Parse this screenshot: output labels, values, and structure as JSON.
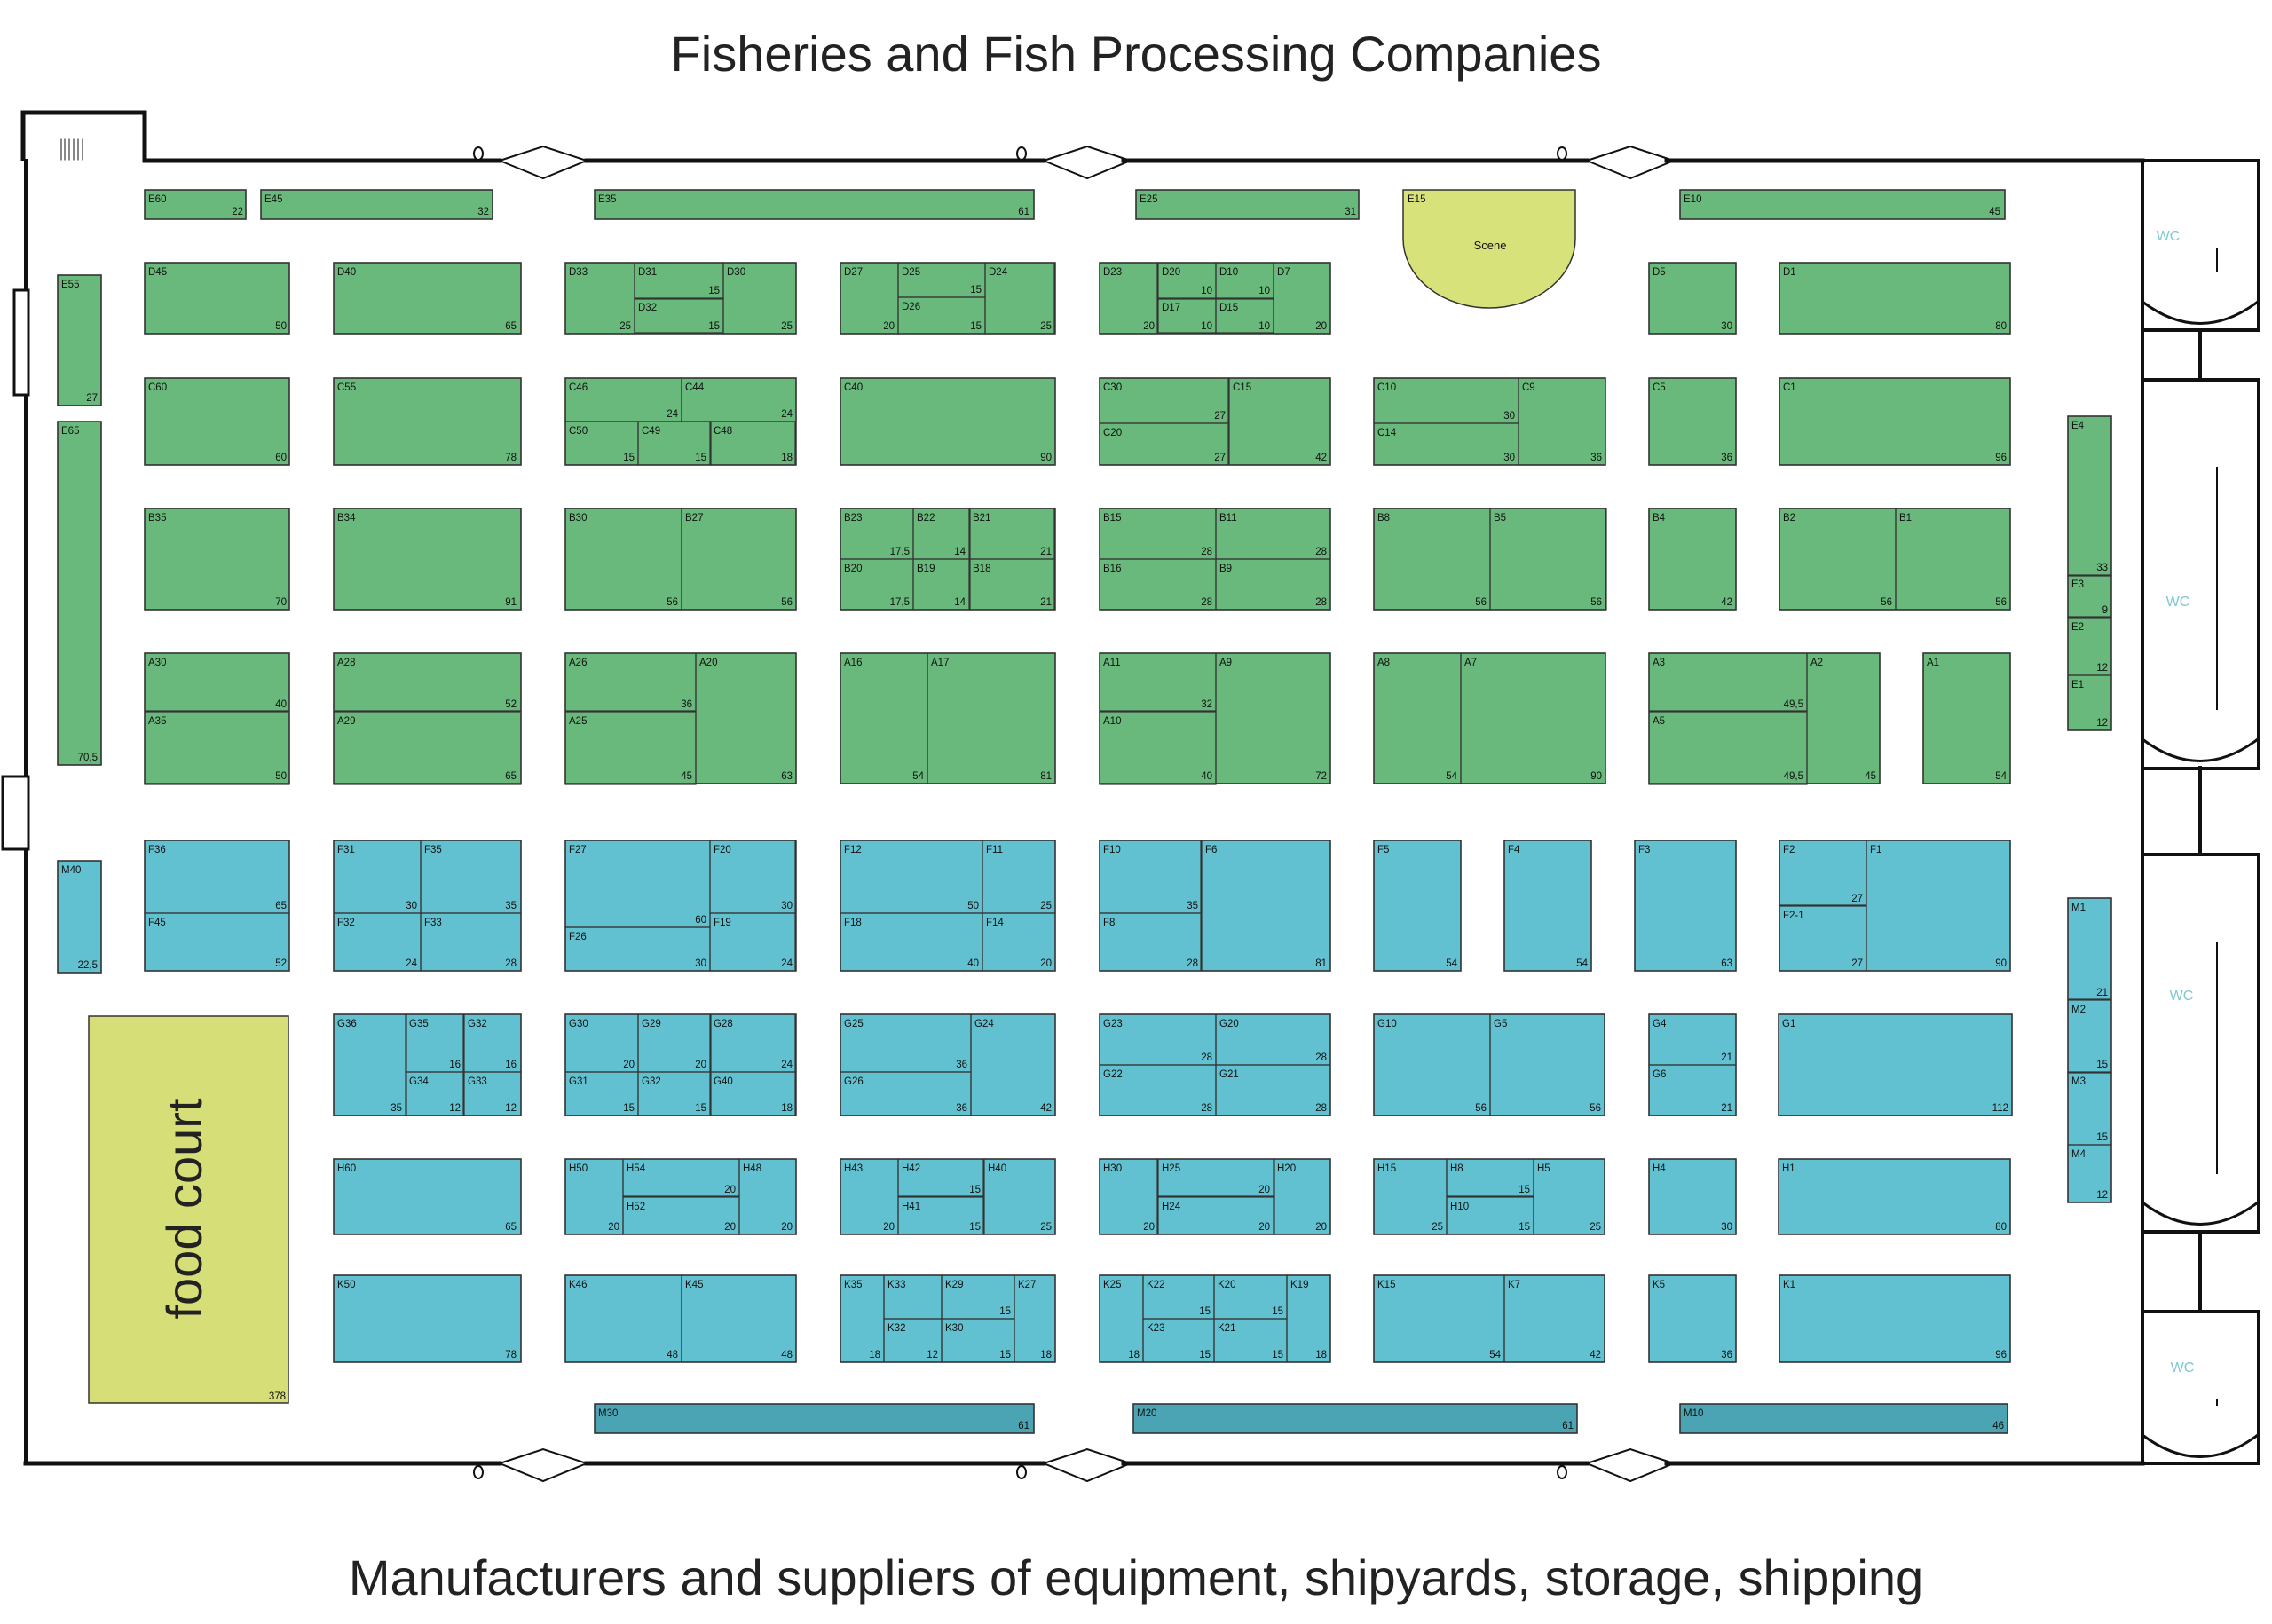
{
  "titles": {
    "top": "Fisheries and Fish Processing Companies",
    "bottom": "Manufacturers and suppliers of equipment, shipyards, storage, shipping"
  },
  "colors": {
    "fisheries_zone": "#68b97b",
    "equipment_zone": "#62c1d0",
    "m_row_dark": "#4ba4b4",
    "food_court": "#d6de78",
    "scene": "#d8e27a",
    "wc_text": "#7fc7d3",
    "wall": "#111111"
  },
  "labels": {
    "food_court": "food court",
    "food_court_size": "378",
    "scene": "Scene",
    "wc": "WC"
  },
  "stands": [
    {
      "id": "E60",
      "size": "22",
      "zone": "g"
    },
    {
      "id": "E45",
      "size": "32",
      "zone": "g"
    },
    {
      "id": "E35",
      "size": "61",
      "zone": "g"
    },
    {
      "id": "E25",
      "size": "31",
      "zone": "g"
    },
    {
      "id": "E15",
      "size": "",
      "zone": "y"
    },
    {
      "id": "E10",
      "size": "45",
      "zone": "g"
    },
    {
      "id": "E55",
      "size": "27",
      "zone": "g"
    },
    {
      "id": "E65",
      "size": "70,5",
      "zone": "g"
    },
    {
      "id": "D45",
      "size": "50",
      "zone": "g"
    },
    {
      "id": "D40",
      "size": "65",
      "zone": "g"
    },
    {
      "id": "D33",
      "size": "25",
      "zone": "g"
    },
    {
      "id": "D31",
      "size": "15",
      "zone": "g"
    },
    {
      "id": "D32",
      "size": "15",
      "zone": "g"
    },
    {
      "id": "D30",
      "size": "25",
      "zone": "g"
    },
    {
      "id": "D27",
      "size": "20",
      "zone": "g"
    },
    {
      "id": "D25",
      "size": "15",
      "zone": "g"
    },
    {
      "id": "D26",
      "size": "15",
      "zone": "g"
    },
    {
      "id": "D24",
      "size": "25",
      "zone": "g"
    },
    {
      "id": "D23",
      "size": "20",
      "zone": "g"
    },
    {
      "id": "D20",
      "size": "10",
      "zone": "g"
    },
    {
      "id": "D17",
      "size": "10",
      "zone": "g"
    },
    {
      "id": "D10",
      "size": "10",
      "zone": "g"
    },
    {
      "id": "D15",
      "size": "10",
      "zone": "g"
    },
    {
      "id": "D7",
      "size": "20",
      "zone": "g"
    },
    {
      "id": "D5",
      "size": "30",
      "zone": "g"
    },
    {
      "id": "D1",
      "size": "80",
      "zone": "g"
    },
    {
      "id": "C60",
      "size": "60",
      "zone": "g"
    },
    {
      "id": "C55",
      "size": "78",
      "zone": "g"
    },
    {
      "id": "C46",
      "size": "24",
      "zone": "g"
    },
    {
      "id": "C44",
      "size": "24",
      "zone": "g"
    },
    {
      "id": "C50",
      "size": "15",
      "zone": "g"
    },
    {
      "id": "C49",
      "size": "15",
      "zone": "g"
    },
    {
      "id": "C48",
      "size": "18",
      "zone": "g"
    },
    {
      "id": "C40",
      "size": "90",
      "zone": "g"
    },
    {
      "id": "C30",
      "size": "27",
      "zone": "g"
    },
    {
      "id": "C20",
      "size": "27",
      "zone": "g"
    },
    {
      "id": "C15",
      "size": "42",
      "zone": "g"
    },
    {
      "id": "C10",
      "size": "30",
      "zone": "g"
    },
    {
      "id": "C14",
      "size": "30",
      "zone": "g"
    },
    {
      "id": "C9",
      "size": "36",
      "zone": "g"
    },
    {
      "id": "C5",
      "size": "36",
      "zone": "g"
    },
    {
      "id": "C1",
      "size": "96",
      "zone": "g"
    },
    {
      "id": "B35",
      "size": "70",
      "zone": "g"
    },
    {
      "id": "B34",
      "size": "91",
      "zone": "g"
    },
    {
      "id": "B30",
      "size": "56",
      "zone": "g"
    },
    {
      "id": "B27",
      "size": "56",
      "zone": "g"
    },
    {
      "id": "B23",
      "size": "17,5",
      "zone": "g"
    },
    {
      "id": "B22",
      "size": "14",
      "zone": "g"
    },
    {
      "id": "B21",
      "size": "21",
      "zone": "g"
    },
    {
      "id": "B20",
      "size": "17,5",
      "zone": "g"
    },
    {
      "id": "B19",
      "size": "14",
      "zone": "g"
    },
    {
      "id": "B18",
      "size": "21",
      "zone": "g"
    },
    {
      "id": "B15",
      "size": "28",
      "zone": "g"
    },
    {
      "id": "B11",
      "size": "28",
      "zone": "g"
    },
    {
      "id": "B16",
      "size": "28",
      "zone": "g"
    },
    {
      "id": "B9",
      "size": "28",
      "zone": "g"
    },
    {
      "id": "B8",
      "size": "56",
      "zone": "g"
    },
    {
      "id": "B5",
      "size": "56",
      "zone": "g"
    },
    {
      "id": "B4",
      "size": "42",
      "zone": "g"
    },
    {
      "id": "B2",
      "size": "56",
      "zone": "g"
    },
    {
      "id": "B1",
      "size": "56",
      "zone": "g"
    },
    {
      "id": "A30",
      "size": "40",
      "zone": "g"
    },
    {
      "id": "A35",
      "size": "50",
      "zone": "g"
    },
    {
      "id": "A28",
      "size": "52",
      "zone": "g"
    },
    {
      "id": "A29",
      "size": "65",
      "zone": "g"
    },
    {
      "id": "A26",
      "size": "36",
      "zone": "g"
    },
    {
      "id": "A25",
      "size": "45",
      "zone": "g"
    },
    {
      "id": "A20",
      "size": "63",
      "zone": "g"
    },
    {
      "id": "A16",
      "size": "54",
      "zone": "g"
    },
    {
      "id": "A17",
      "size": "81",
      "zone": "g"
    },
    {
      "id": "A11",
      "size": "32",
      "zone": "g"
    },
    {
      "id": "A10",
      "size": "40",
      "zone": "g"
    },
    {
      "id": "A9",
      "size": "72",
      "zone": "g"
    },
    {
      "id": "A8",
      "size": "54",
      "zone": "g"
    },
    {
      "id": "A7",
      "size": "90",
      "zone": "g"
    },
    {
      "id": "A3",
      "size": "49,5",
      "zone": "g"
    },
    {
      "id": "A5",
      "size": "49,5",
      "zone": "g"
    },
    {
      "id": "A2",
      "size": "45",
      "zone": "g"
    },
    {
      "id": "A1",
      "size": "54",
      "zone": "g"
    },
    {
      "id": "E4",
      "size": "33",
      "zone": "g"
    },
    {
      "id": "E3",
      "size": "9",
      "zone": "g"
    },
    {
      "id": "E2",
      "size": "12",
      "zone": "g"
    },
    {
      "id": "E1",
      "size": "12",
      "zone": "g"
    },
    {
      "id": "M40",
      "size": "22,5",
      "zone": "b"
    },
    {
      "id": "F36",
      "size": "65",
      "zone": "b"
    },
    {
      "id": "F45",
      "size": "52",
      "zone": "b"
    },
    {
      "id": "F31",
      "size": "30",
      "zone": "b"
    },
    {
      "id": "F35",
      "size": "35",
      "zone": "b"
    },
    {
      "id": "F32",
      "size": "24",
      "zone": "b"
    },
    {
      "id": "F33",
      "size": "28",
      "zone": "b"
    },
    {
      "id": "F27",
      "size": "60",
      "zone": "b"
    },
    {
      "id": "F26",
      "size": "30",
      "zone": "b"
    },
    {
      "id": "F20",
      "size": "30",
      "zone": "b"
    },
    {
      "id": "F19",
      "size": "24",
      "zone": "b"
    },
    {
      "id": "F12",
      "size": "50",
      "zone": "b"
    },
    {
      "id": "F18",
      "size": "40",
      "zone": "b"
    },
    {
      "id": "F11",
      "size": "25",
      "zone": "b"
    },
    {
      "id": "F14",
      "size": "20",
      "zone": "b"
    },
    {
      "id": "F10",
      "size": "35",
      "zone": "b"
    },
    {
      "id": "F8",
      "size": "28",
      "zone": "b"
    },
    {
      "id": "F6",
      "size": "81",
      "zone": "b"
    },
    {
      "id": "F5",
      "size": "54",
      "zone": "b"
    },
    {
      "id": "F4",
      "size": "54",
      "zone": "b"
    },
    {
      "id": "F3",
      "size": "63",
      "zone": "b"
    },
    {
      "id": "F2",
      "size": "27",
      "zone": "b"
    },
    {
      "id": "F2-1",
      "size": "27",
      "zone": "b"
    },
    {
      "id": "F1",
      "size": "90",
      "zone": "b"
    },
    {
      "id": "M1",
      "size": "21",
      "zone": "b"
    },
    {
      "id": "M2",
      "size": "15",
      "zone": "b"
    },
    {
      "id": "M3",
      "size": "15",
      "zone": "b"
    },
    {
      "id": "M4",
      "size": "12",
      "zone": "b"
    },
    {
      "id": "G36",
      "size": "35",
      "zone": "b"
    },
    {
      "id": "G35",
      "size": "16",
      "zone": "b"
    },
    {
      "id": "G34",
      "size": "12",
      "zone": "b"
    },
    {
      "id": "G32",
      "size": "16",
      "zone": "b"
    },
    {
      "id": "G33",
      "size": "12",
      "zone": "b"
    },
    {
      "id": "G30",
      "size": "20",
      "zone": "b"
    },
    {
      "id": "G29",
      "size": "20",
      "zone": "b"
    },
    {
      "id": "G28",
      "size": "24",
      "zone": "b"
    },
    {
      "id": "G31",
      "size": "15",
      "zone": "b"
    },
    {
      "id": "G32",
      "size": "15",
      "zone": "b"
    },
    {
      "id": "G40",
      "size": "18",
      "zone": "b"
    },
    {
      "id": "G25",
      "size": "36",
      "zone": "b"
    },
    {
      "id": "G26",
      "size": "36",
      "zone": "b"
    },
    {
      "id": "G24",
      "size": "42",
      "zone": "b"
    },
    {
      "id": "G23",
      "size": "28",
      "zone": "b"
    },
    {
      "id": "G20",
      "size": "28",
      "zone": "b"
    },
    {
      "id": "G22",
      "size": "28",
      "zone": "b"
    },
    {
      "id": "G21",
      "size": "28",
      "zone": "b"
    },
    {
      "id": "G10",
      "size": "56",
      "zone": "b"
    },
    {
      "id": "G5",
      "size": "56",
      "zone": "b"
    },
    {
      "id": "G4",
      "size": "21",
      "zone": "b"
    },
    {
      "id": "G6",
      "size": "21",
      "zone": "b"
    },
    {
      "id": "G1",
      "size": "112",
      "zone": "b"
    },
    {
      "id": "H60",
      "size": "65",
      "zone": "b"
    },
    {
      "id": "H50",
      "size": "20",
      "zone": "b"
    },
    {
      "id": "H54",
      "size": "20",
      "zone": "b"
    },
    {
      "id": "H52",
      "size": "20",
      "zone": "b"
    },
    {
      "id": "H48",
      "size": "20",
      "zone": "b"
    },
    {
      "id": "H43",
      "size": "20",
      "zone": "b"
    },
    {
      "id": "H42",
      "size": "15",
      "zone": "b"
    },
    {
      "id": "H41",
      "size": "15",
      "zone": "b"
    },
    {
      "id": "H40",
      "size": "25",
      "zone": "b"
    },
    {
      "id": "H30",
      "size": "20",
      "zone": "b"
    },
    {
      "id": "H25",
      "size": "20",
      "zone": "b"
    },
    {
      "id": "H24",
      "size": "20",
      "zone": "b"
    },
    {
      "id": "H20",
      "size": "20",
      "zone": "b"
    },
    {
      "id": "H15",
      "size": "25",
      "zone": "b"
    },
    {
      "id": "H8",
      "size": "15",
      "zone": "b"
    },
    {
      "id": "H10",
      "size": "15",
      "zone": "b"
    },
    {
      "id": "H5",
      "size": "25",
      "zone": "b"
    },
    {
      "id": "H4",
      "size": "30",
      "zone": "b"
    },
    {
      "id": "H1",
      "size": "80",
      "zone": "b"
    },
    {
      "id": "K50",
      "size": "78",
      "zone": "b"
    },
    {
      "id": "K46",
      "size": "48",
      "zone": "b"
    },
    {
      "id": "K45",
      "size": "48",
      "zone": "b"
    },
    {
      "id": "K35",
      "size": "18",
      "zone": "b"
    },
    {
      "id": "K33",
      "size": "",
      "zone": "b"
    },
    {
      "id": "K32",
      "size": "12",
      "zone": "b"
    },
    {
      "id": "K29",
      "size": "15",
      "zone": "b"
    },
    {
      "id": "K30",
      "size": "15",
      "zone": "b"
    },
    {
      "id": "K27",
      "size": "18",
      "zone": "b"
    },
    {
      "id": "K25",
      "size": "18",
      "zone": "b"
    },
    {
      "id": "K22",
      "size": "15",
      "zone": "b"
    },
    {
      "id": "K23",
      "size": "15",
      "zone": "b"
    },
    {
      "id": "K20",
      "size": "15",
      "zone": "b"
    },
    {
      "id": "K21",
      "size": "15",
      "zone": "b"
    },
    {
      "id": "K19",
      "size": "18",
      "zone": "b"
    },
    {
      "id": "K15",
      "size": "54",
      "zone": "b"
    },
    {
      "id": "K7",
      "size": "42",
      "zone": "b"
    },
    {
      "id": "K5",
      "size": "36",
      "zone": "b"
    },
    {
      "id": "K1",
      "size": "96",
      "zone": "b"
    },
    {
      "id": "M30",
      "size": "61",
      "zone": "d"
    },
    {
      "id": "M20",
      "size": "61",
      "zone": "d"
    },
    {
      "id": "M10",
      "size": "46",
      "zone": "d"
    }
  ]
}
